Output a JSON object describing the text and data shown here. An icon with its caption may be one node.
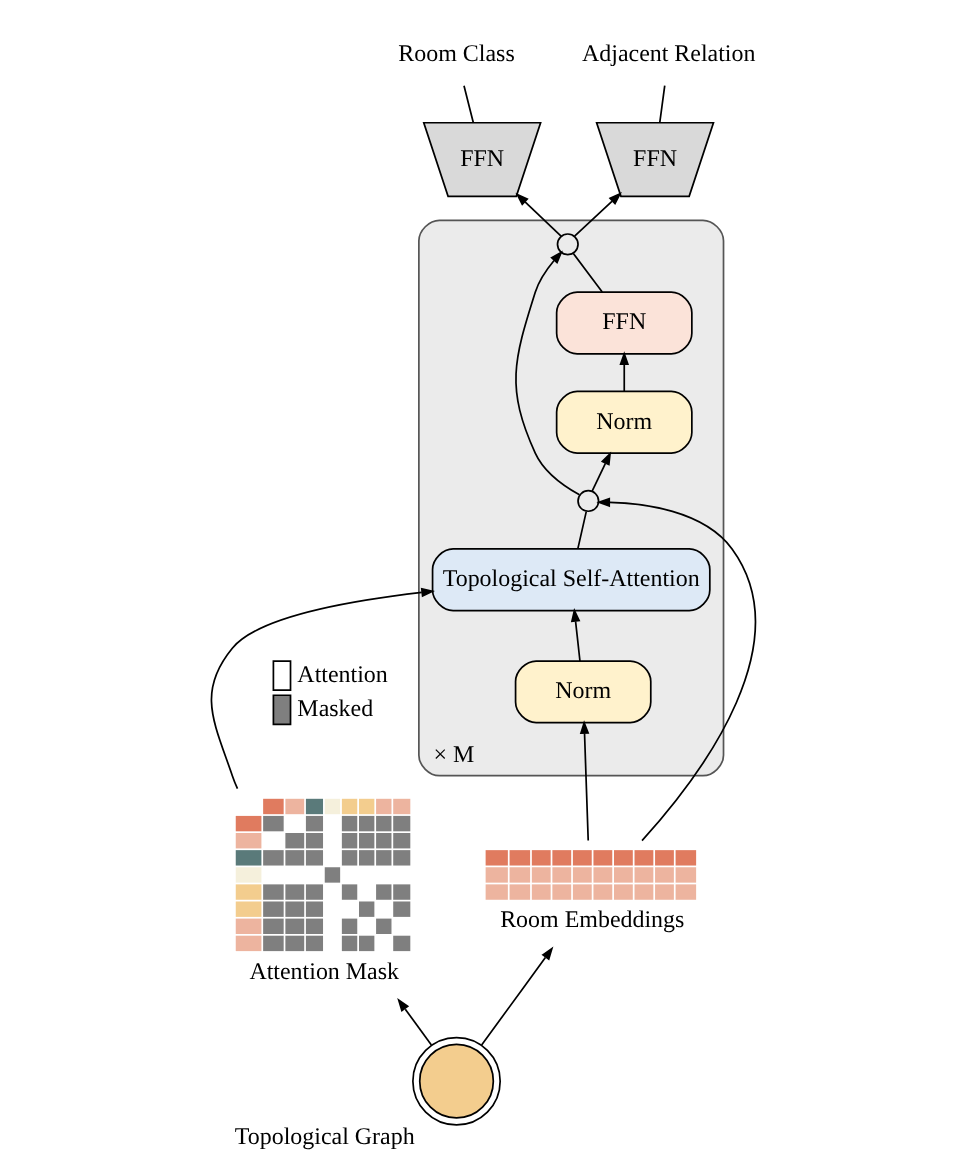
{
  "diagram": {
    "nodes": [
      {
        "text": [
          "Room Class"
        ]
      },
      {
        "text": [
          "Adjacent Relation"
        ]
      },
      {
        "text": [
          "FFN"
        ]
      },
      {
        "text": [
          "FFN"
        ]
      },
      {
        "text": [
          "× M"
        ]
      },
      {
        "text": [],
        "shape": "circle",
        "in": 4
      },
      {
        "text": [
          "FFN"
        ],
        "in": 4
      },
      {
        "text": [
          "Norm"
        ],
        "in": 4
      },
      {
        "text": [],
        "shape": "circle",
        "in": 4
      },
      {
        "text": [
          "Topological Self-Attention"
        ],
        "in": 4
      },
      {
        "text": [
          "Norm"
        ],
        "in": 4
      },
      {
        "text": [],
        "shape": "picture",
        "beside": [
          "Attention Mask"
        ]
      },
      {
        "text": [],
        "shape": "picture",
        "beside": [
          "Topological Graph"
        ]
      },
      {
        "text": [],
        "shape": "picture",
        "beside": [
          "Room Embeddings"
        ]
      }
    ],
    "edges": [
      {
        "from": 13,
        "to": 10,
        "arrow": "to"
      },
      {
        "from": 13,
        "to": 8,
        "arrow": "to"
      },
      {
        "from": 10,
        "to": 9,
        "arrow": "to"
      },
      {
        "from": 11,
        "to": 9,
        "arrow": "to"
      },
      {
        "from": 9,
        "to": 8,
        "arrow": "none"
      },
      {
        "from": 8,
        "to": 7,
        "arrow": "to"
      },
      {
        "from": 8,
        "to": 5,
        "arrow": "to"
      },
      {
        "from": 7,
        "to": 6,
        "arrow": "to"
      },
      {
        "from": 6,
        "to": 5,
        "arrow": "none"
      },
      {
        "from": 5,
        "to": 2,
        "arrow": "to"
      },
      {
        "from": 5,
        "to": 3,
        "arrow": "to"
      },
      {
        "from": 2,
        "to": 0,
        "arrow": "none"
      },
      {
        "from": 3,
        "to": 1,
        "arrow": "none"
      },
      {
        "from": 12,
        "to": 11,
        "arrow": "to"
      },
      {
        "from": 12,
        "to": 13,
        "arrow": "to"
      }
    ],
    "legend": [
      {
        "text": "Attention",
        "color": "#ffffff"
      },
      {
        "text": "Masked",
        "color": "#7f7f7f"
      }
    ]
  }
}
